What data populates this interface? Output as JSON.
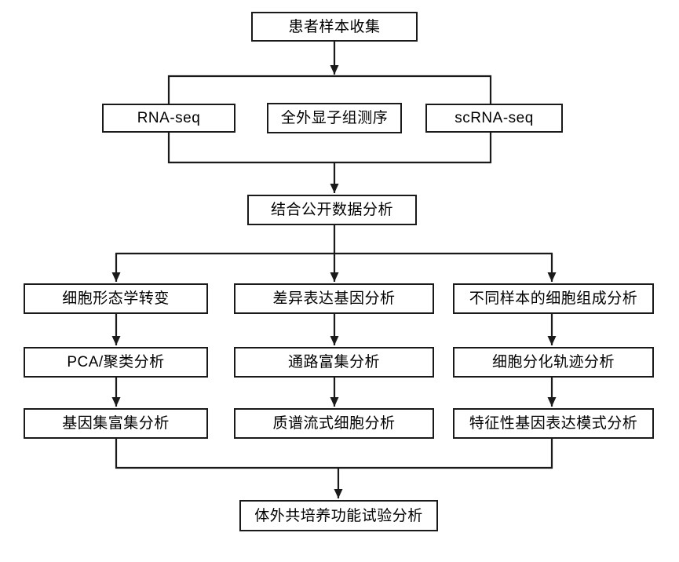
{
  "flowchart": {
    "background_color": "#ffffff",
    "line_color": "#1a1a1a",
    "box_border_color": "#1a1a1a",
    "text_color": "#000000",
    "nodes": {
      "patient_sample": {
        "label": "患者样本收集"
      },
      "rna_seq": {
        "label": "RNA-seq"
      },
      "wes": {
        "label": "全外显子组测序"
      },
      "scrna_seq": {
        "label": "scRNA-seq"
      },
      "public_data": {
        "label": "结合公开数据分析"
      },
      "morphology": {
        "label": "细胞形态学转变"
      },
      "pca_cluster": {
        "label": "PCA/聚类分析"
      },
      "gsea": {
        "label": "基因集富集分析"
      },
      "deg": {
        "label": "差异表达基因分析"
      },
      "pathway": {
        "label": "通路富集分析"
      },
      "cytof": {
        "label": "质谱流式细胞分析"
      },
      "composition": {
        "label": "不同样本的细胞组成分析"
      },
      "trajectory": {
        "label": "细胞分化轨迹分析"
      },
      "expression_pattern": {
        "label": "特征性基因表达模式分析"
      },
      "coculture": {
        "label": "体外共培养功能试验分析"
      }
    },
    "edges": [
      {
        "from": "patient_sample",
        "to": "rna_seq"
      },
      {
        "from": "patient_sample",
        "to": "scrna_seq"
      },
      {
        "from": "rna_seq",
        "to": "public_data"
      },
      {
        "from": "scrna_seq",
        "to": "public_data"
      },
      {
        "from": "public_data",
        "to": "morphology"
      },
      {
        "from": "public_data",
        "to": "deg"
      },
      {
        "from": "public_data",
        "to": "composition"
      },
      {
        "from": "morphology",
        "to": "pca_cluster"
      },
      {
        "from": "pca_cluster",
        "to": "gsea"
      },
      {
        "from": "deg",
        "to": "pathway"
      },
      {
        "from": "pathway",
        "to": "cytof"
      },
      {
        "from": "composition",
        "to": "trajectory"
      },
      {
        "from": "trajectory",
        "to": "expression_pattern"
      },
      {
        "from": "gsea",
        "to": "coculture"
      },
      {
        "from": "expression_pattern",
        "to": "coculture"
      }
    ]
  }
}
